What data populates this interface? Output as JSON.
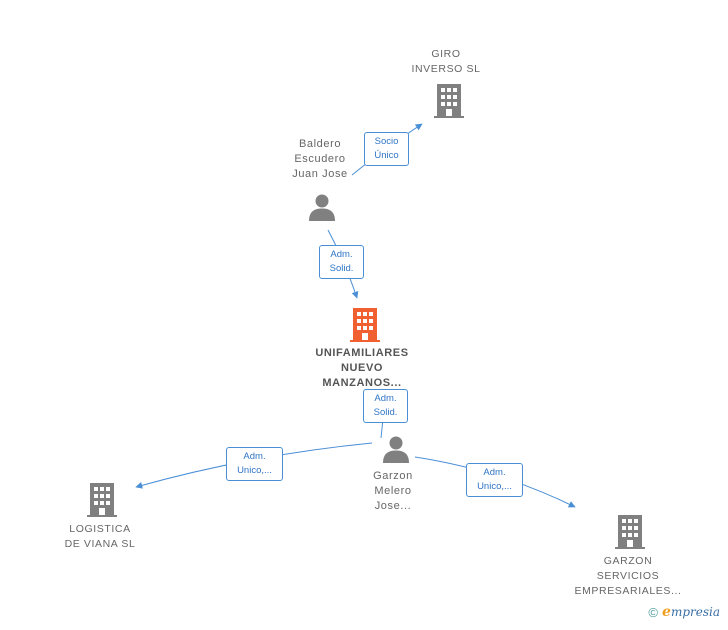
{
  "nodes": {
    "giro": {
      "label_lines": [
        "GIRO",
        "INVERSO SL"
      ],
      "kind": "company",
      "icon": "building-icon",
      "color": "#808080"
    },
    "baldero": {
      "label_lines": [
        "Baldero",
        "Escudero",
        "Juan Jose"
      ],
      "kind": "person",
      "icon": "person-icon",
      "color": "#808080"
    },
    "unifamiliares": {
      "label_lines": [
        "UNIFAMILIARES",
        "NUEVO",
        "MANZANOS..."
      ],
      "kind": "company-main",
      "icon": "building-icon",
      "color": "#f06030"
    },
    "garzon_person": {
      "label_lines": [
        "Garzon",
        "Melero",
        "Jose..."
      ],
      "kind": "person",
      "icon": "person-icon",
      "color": "#808080"
    },
    "logistica": {
      "label_lines": [
        "LOGISTICA",
        "DE VIANA SL"
      ],
      "kind": "company",
      "icon": "building-icon",
      "color": "#808080"
    },
    "garzon_servicios": {
      "label_lines": [
        "GARZON",
        "SERVICIOS",
        "EMPRESARIALES..."
      ],
      "kind": "company",
      "icon": "building-icon",
      "color": "#808080"
    }
  },
  "edges": [
    {
      "id": "baldero-giro",
      "lines": [
        "Socio",
        "Único"
      ]
    },
    {
      "id": "baldero-unifamiliares",
      "lines": [
        "Adm.",
        "Solid."
      ]
    },
    {
      "id": "garzon-unifamiliares",
      "lines": [
        "Adm.",
        "Solid."
      ]
    },
    {
      "id": "garzon-logistica",
      "lines": [
        "Adm.",
        "Unico,..."
      ]
    },
    {
      "id": "garzon-servicios",
      "lines": [
        "Adm.",
        "Unico,..."
      ]
    }
  ],
  "colors": {
    "edge": "#4a8fd6",
    "badge_text": "#2f75c7"
  },
  "watermark": {
    "copyright": "©",
    "brand_initial": "e",
    "brand_rest": "mpresia"
  }
}
